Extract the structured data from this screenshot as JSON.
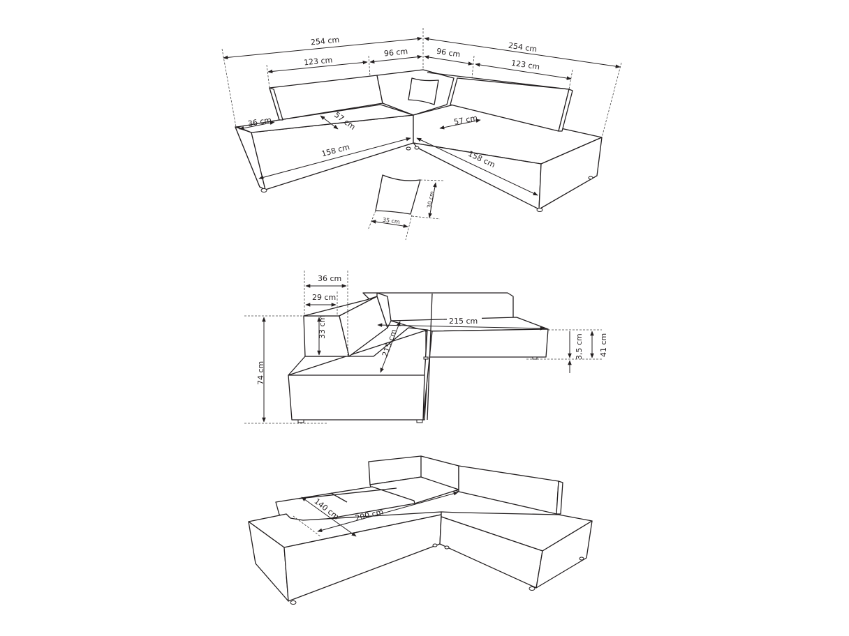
{
  "diagram": {
    "subject": "Corner sofa dimension drawing",
    "views": [
      {
        "id": "top-view",
        "labels": {
          "overall_left": "254 cm",
          "overall_right": "254 cm",
          "back_left": "123 cm",
          "corner_left": "96 cm",
          "corner_right": "96 cm",
          "back_right": "123 cm",
          "armrest_left": "36 cm",
          "seat_depth_left": "57 cm",
          "seat_depth_right": "57 cm",
          "front_left": "158 cm",
          "front_right": "158 cm"
        }
      },
      {
        "id": "cushion",
        "labels": {
          "height": "30 cm",
          "width": "35 cm"
        }
      },
      {
        "id": "side-view",
        "labels": {
          "armrest_width": "36 cm",
          "armrest_top": "29 cm",
          "armrest_height": "33 cm",
          "total_height": "74 cm",
          "depth_diag": "215 cm",
          "length": "215 cm",
          "leg_height": "3,5 cm",
          "seat_height": "41 cm"
        }
      },
      {
        "id": "bed-view",
        "labels": {
          "bed_width": "140 cm",
          "bed_length": "200 cm"
        }
      }
    ]
  }
}
